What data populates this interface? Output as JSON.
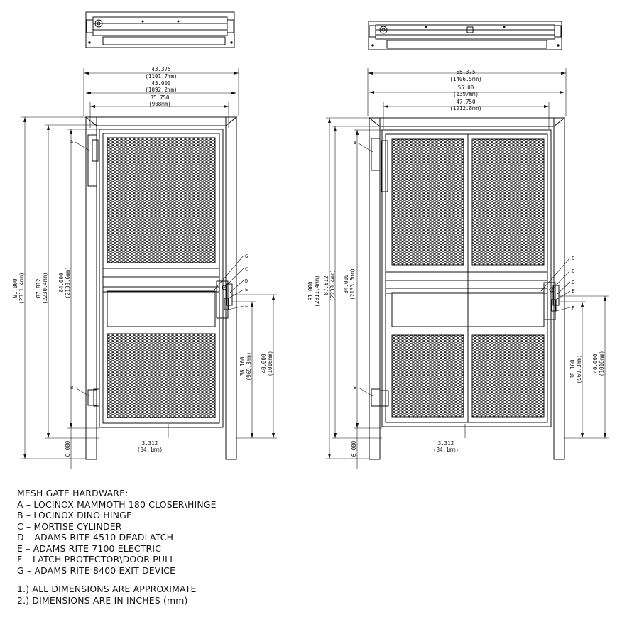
{
  "gates": [
    {
      "id": "single",
      "dims": {
        "overall_in": "43.375",
        "overall_mm": "(1101.7mm)",
        "frame_in": "43.000",
        "frame_mm": "(1092.2mm)",
        "opening_in": "35.750",
        "opening_mm": "(908mm)",
        "height_in": "91.000",
        "height_mm": "(2311.4mm)",
        "frame_h_in": "87.812",
        "frame_h_mm": "(2230.4mm)",
        "door_h_in": "84.000",
        "door_h_mm": "(2133.6mm)",
        "latch_in": "38.160",
        "latch_mm": "(969.3mm)",
        "device_in": "40.000",
        "device_mm": "(1016mm)",
        "clear_in": "3.312",
        "clear_mm": "(84.1mm)",
        "leg_in": "6.000"
      }
    },
    {
      "id": "double",
      "dims": {
        "overall_in": "55.375",
        "overall_mm": "(1406.5mm)",
        "frame_in": "55.00",
        "frame_mm": "(1397mm)",
        "opening_in": "47.750",
        "opening_mm": "(1212.8mm)",
        "height_in": "91.000",
        "height_mm": "(2311.4mm)",
        "frame_h_in": "87.812",
        "frame_h_mm": "(2230.4mm)",
        "door_h_in": "84.000",
        "door_h_mm": "(2133.6mm)",
        "latch_in": "38.160",
        "latch_mm": "(969.3mm)",
        "device_in": "40.000",
        "device_mm": "(1016mm)",
        "clear_in": "3.312",
        "clear_mm": "(84.1mm)",
        "leg_in": "6.000"
      }
    }
  ],
  "tags": {
    "a": "A",
    "b": "B",
    "c": "C",
    "d": "D",
    "e": "E",
    "f": "F",
    "g": "G"
  },
  "notes": {
    "title": "MESH GATE HARDWARE:",
    "items": [
      "A – LOCINOX MAMMOTH 180 CLOSER\\HINGE",
      "B – LOCINOX DINO HINGE",
      "C – MORTISE CYLINDER",
      "D – ADAMS RITE 4510 DEADLATCH",
      "E – ADAMS RITE 7100 ELECTRIC",
      "F – LATCH PROTECTOR\\DOOR PULL",
      "G – ADAMS RITE 8400 EXIT DEVICE"
    ],
    "remarks": [
      "1.) ALL DIMENSIONS ARE APPROXIMATE",
      "2.) DIMENSIONS ARE IN INCHES (mm)"
    ]
  }
}
